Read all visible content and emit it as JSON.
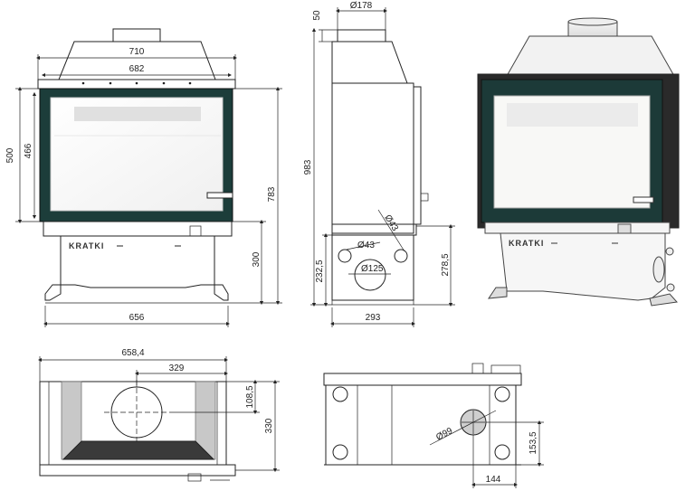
{
  "front_view": {
    "width_top": "710",
    "width_glass": "682",
    "height_door": "500",
    "height_glass": "466",
    "height_total": "783",
    "base_height": "300",
    "width_base": "656",
    "brand": "KRATKI",
    "frame_color": "#1c3d3a"
  },
  "side_view": {
    "flue_top": "50",
    "flue_diameter": "Ø178",
    "height_total": "983",
    "inlet_diameter": "Ø125",
    "side_hole_a": "Ø43",
    "side_hole_b": "Ø43",
    "inlet_height": "232,5",
    "base_height": "278,5",
    "depth": "293"
  },
  "top_view": {
    "width": "658,4",
    "half_width": "329",
    "offset": "108,5",
    "depth": "330"
  },
  "bottom_view": {
    "inlet_diameter": "Ø99",
    "offset_y": "153,5",
    "offset_x": "144"
  },
  "render_view": {
    "brand": "KRATKI",
    "frame_color": "#1c3a38"
  }
}
